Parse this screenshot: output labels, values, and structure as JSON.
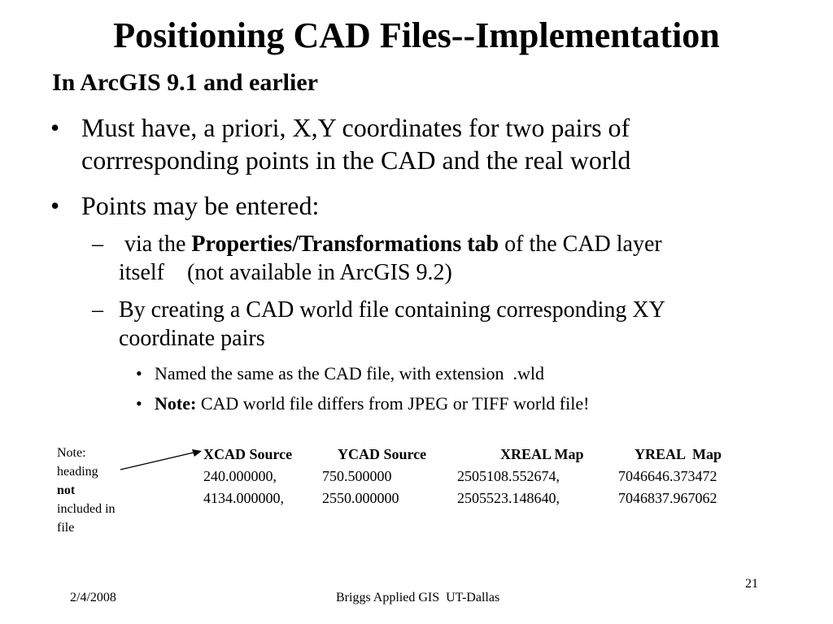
{
  "title": "Positioning CAD Files--Implementation",
  "subtitle": "In ArcGIS 9.1 and earlier",
  "bullet_char": "•",
  "dash_char": "–",
  "bullets": [
    {
      "line1": "Must have, a priori, X,Y coordinates for two pairs of",
      "line2": "corrresponding points in the CAD and the real world"
    },
    {
      "line1": "Points may be entered:"
    }
  ],
  "sub_bullets": [
    {
      "pre": " via the ",
      "bold": "Properties/Transformations tab",
      "post": " of the CAD layer",
      "line2": "itself    (not available in ArcGIS 9.2)"
    },
    {
      "line1": "By creating a CAD world file containing corresponding XY",
      "line2": "coordinate pairs"
    }
  ],
  "sub_sub_bullets": [
    {
      "text": "Named the same as the CAD file, with extension  .wld"
    },
    {
      "bold": "Note:",
      "text": " CAD world file differs from JPEG or TIFF world file!"
    }
  ],
  "note": {
    "line1": "Note:",
    "line2": "heading",
    "line3": "not",
    "line4": "included in",
    "line5": "file"
  },
  "table": {
    "headers": [
      "XCAD Source",
      "YCAD Source",
      "XREAL Map",
      "YREAL  Map"
    ],
    "rows": [
      [
        "240.000000,",
        "750.500000",
        "2505108.552674,",
        "7046646.373472"
      ],
      [
        "4134.000000,",
        "2550.000000",
        "2505523.148640,",
        "7046837.967062"
      ]
    ]
  },
  "footer": {
    "date": "2/4/2008",
    "center": "Briggs Applied GIS  UT-Dallas",
    "page": "21"
  }
}
